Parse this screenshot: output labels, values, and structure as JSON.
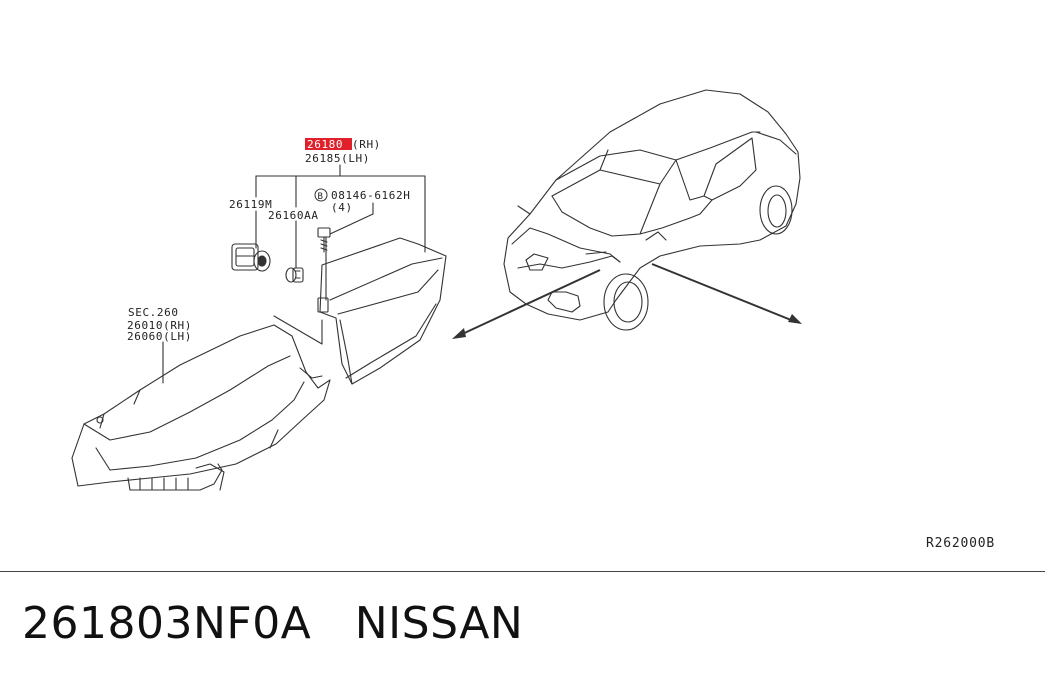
{
  "callouts": {
    "part_rh_highlight": "26180",
    "part_rh_suffix": "(RH)",
    "part_lh": "26185(LH)",
    "p26119m": "26119M",
    "p26160aa": "26160AA",
    "bolt_code": "08146-6162H",
    "bolt_qty": "(4)",
    "bolt_marker": "B",
    "sec_ref": "SEC.260",
    "sec_rh": "26010(RH)",
    "sec_lh": "26060(LH)"
  },
  "diagram_ref": "R262000B",
  "footer": {
    "part_number": "261803NF0A",
    "brand": "NISSAN"
  },
  "colors": {
    "highlight": "#e0202a",
    "line": "#333333"
  }
}
